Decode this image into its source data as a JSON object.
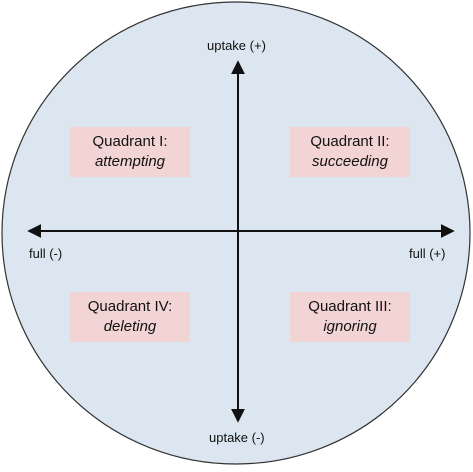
{
  "colors": {
    "circle_fill": "#dbe6f0",
    "circle_stroke": "#333333",
    "quadrant_fill": "#f3d4d4",
    "axis": "#111111"
  },
  "axes": {
    "y_top": "uptake (+)",
    "y_bottom": "uptake (-)",
    "x_left": "full (-)",
    "x_right": "full (+)"
  },
  "quadrants": [
    {
      "title": "Quadrant I:",
      "subtitle": "attempting"
    },
    {
      "title": "Quadrant II:",
      "subtitle": "succeeding"
    },
    {
      "title": "Quadrant III:",
      "subtitle": "ignoring"
    },
    {
      "title": "Quadrant IV:",
      "subtitle": "deleting"
    }
  ]
}
